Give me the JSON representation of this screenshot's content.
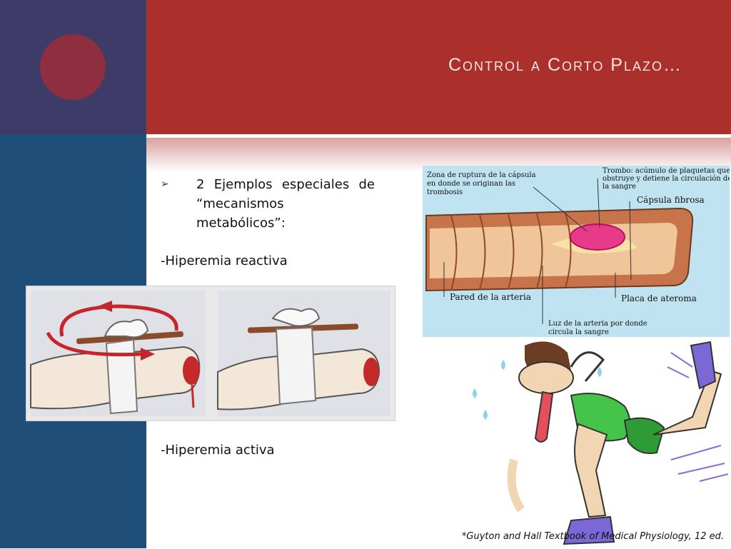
{
  "slide": {
    "title": "Control a Corto Plazo…",
    "bullet": "2 Ejemplos especiales de “mecanismos metabólicos”:",
    "line1": "-Hiperemia reactiva",
    "line2": "-Hiperemia activa",
    "caption": "*Guyton and Hall Textbook of Medical Physiology, 12 ed."
  },
  "artery_figure": {
    "labels": {
      "zona": [
        "Zona de ruptura de la cápsula",
        "en donde se originan las",
        "trombosis"
      ],
      "trombo": [
        "Trombo: acúmulo de plaquetas que",
        "obstruye y detiene la circulación de",
        "la sangre"
      ],
      "capsula": "Cápsula fibrosa",
      "pared": "Pared de la arteria",
      "placa": "Placa de ateroma",
      "luz": [
        "Luz de la arteria por donde",
        "circula la sangre"
      ]
    }
  },
  "colors": {
    "title_band": "#ab2f2b",
    "left_top": "#3f3b68",
    "left_bottom": "#1f4e79",
    "circle": "#8e2e3e"
  },
  "icons": [
    "bullet-arrow-icon",
    "rotation-arrow-icon"
  ]
}
